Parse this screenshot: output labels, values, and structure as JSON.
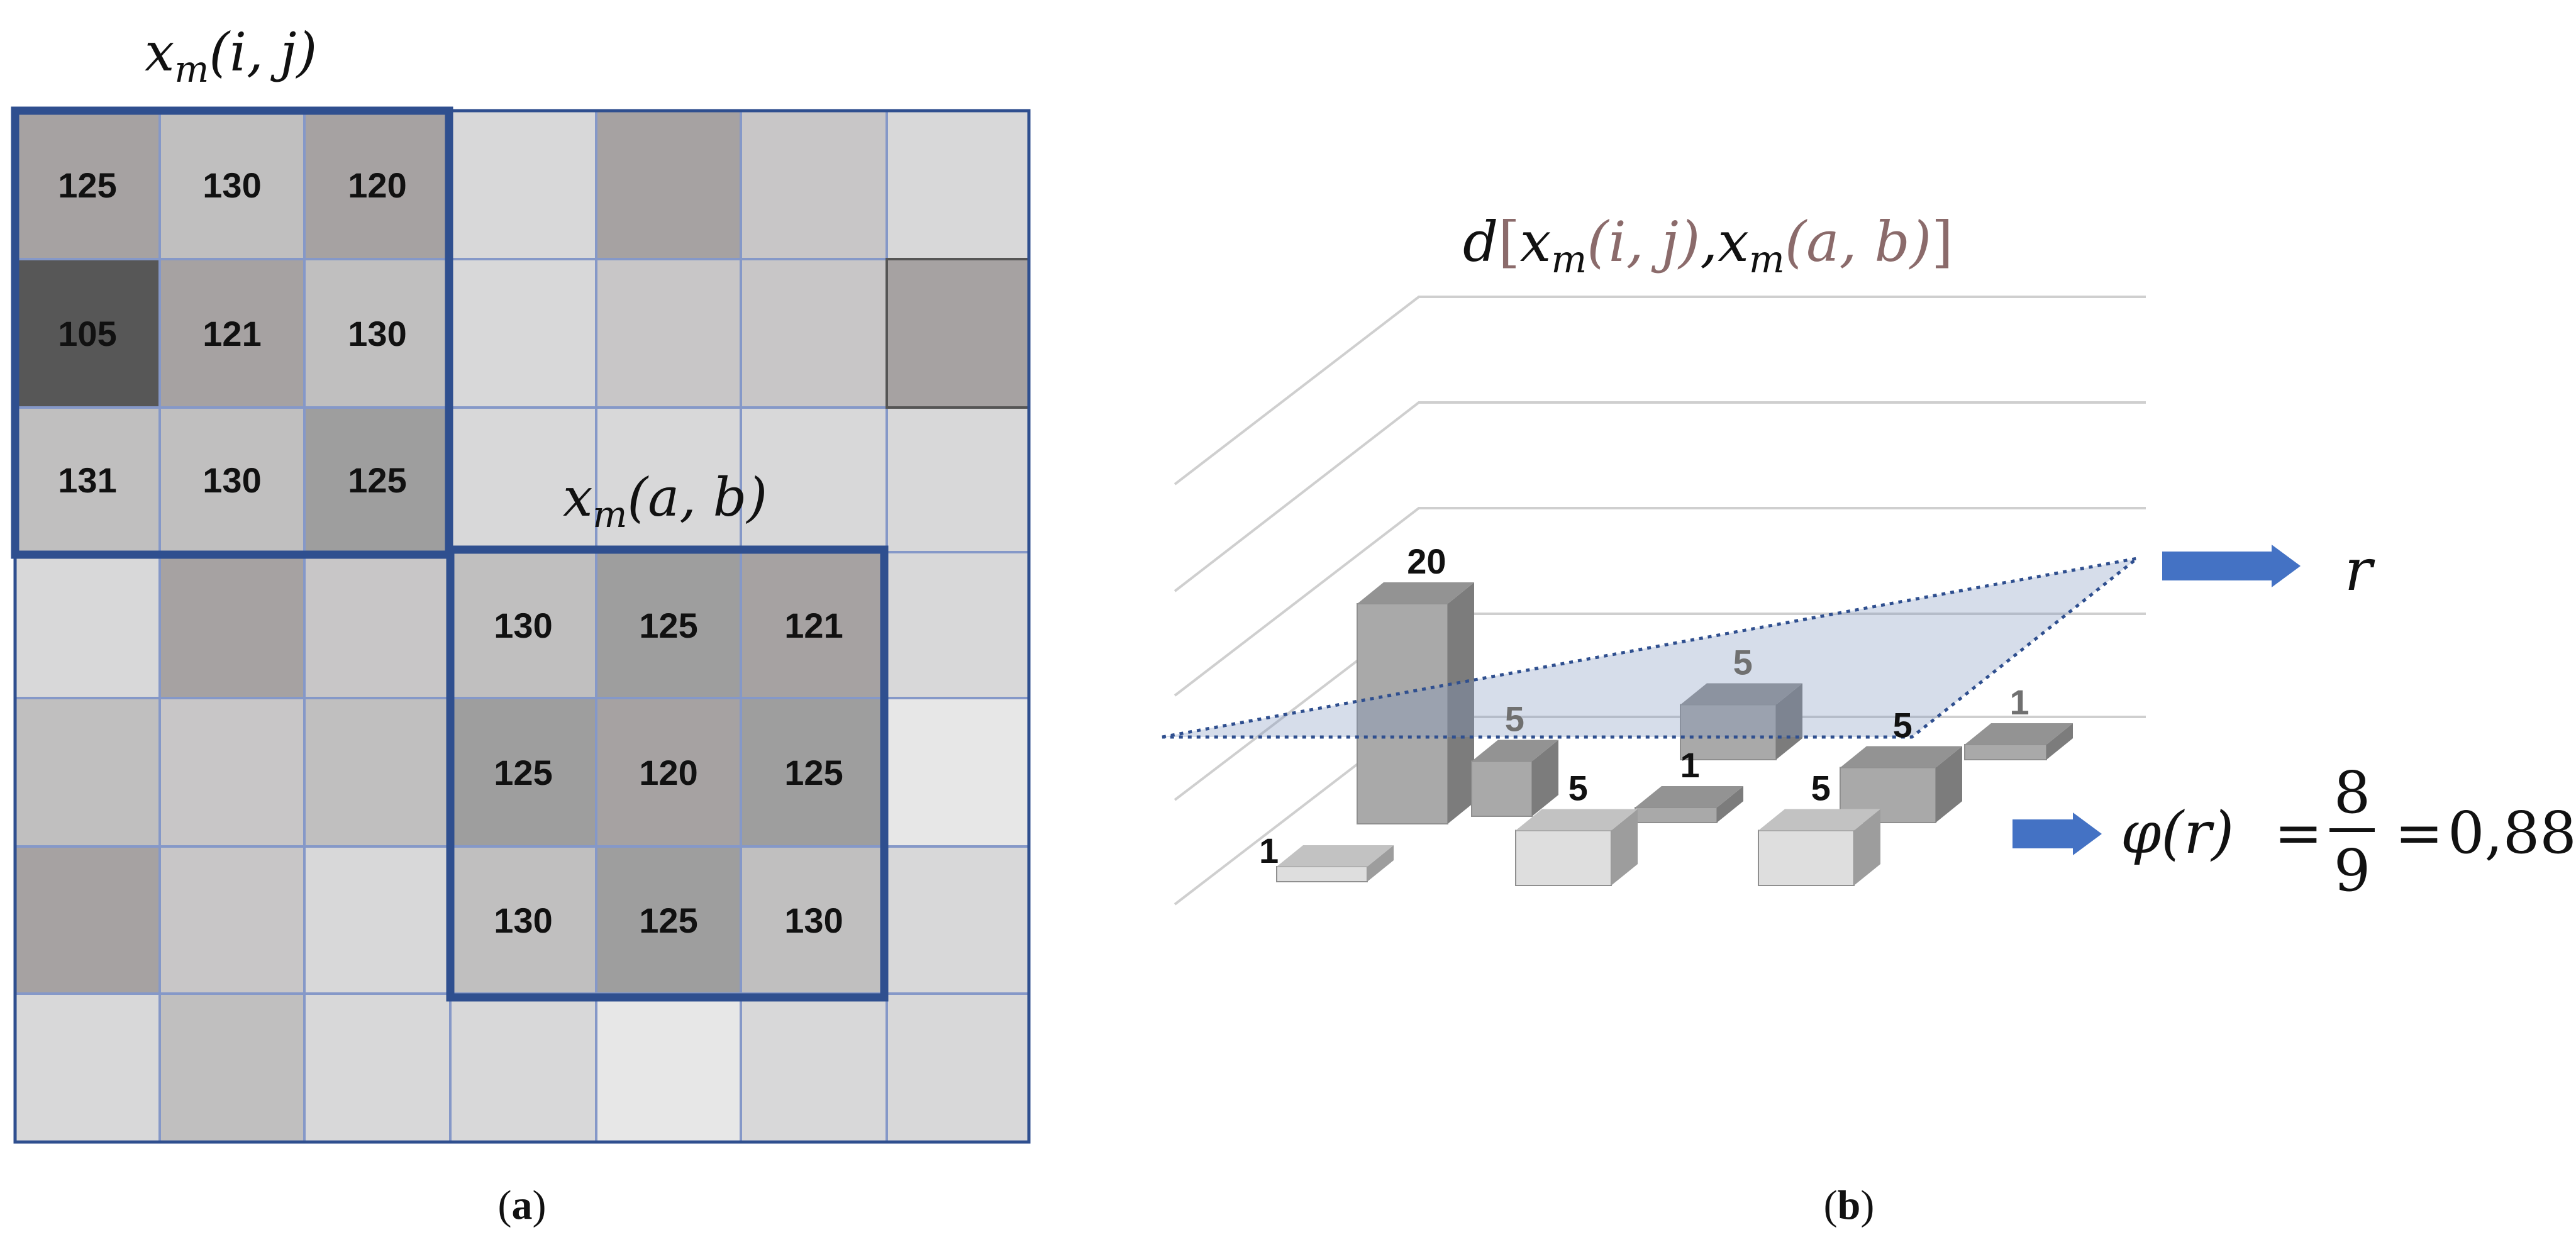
{
  "panel_a": {
    "caption_open": "(",
    "caption_letter": "a",
    "caption_close": ")",
    "label_ij": {
      "x": "x",
      "sub": "m",
      "args": "(i, j)"
    },
    "label_ab": {
      "x": "x",
      "sub": "m",
      "args": "(a, b)"
    },
    "colors": {
      "light": "#d8d8d9",
      "mid": "#c8c6c7",
      "midgray": "#c0bfbf",
      "dark": "#a6a2a2",
      "darker": "#9e9e9e",
      "darkest": "#575757",
      "pale": "#e7e7e7",
      "grid_line": "#8598c8",
      "frame": "#2f4f8f"
    },
    "grid": [
      [
        "dark",
        "midgray",
        "dark",
        "light",
        "dark",
        "mid",
        "light"
      ],
      [
        "darkest",
        "dark",
        "midgray",
        "light",
        "mid",
        "mid",
        "dark"
      ],
      [
        "midgray",
        "midgray",
        "darker",
        "light",
        "light",
        "light",
        "light"
      ],
      [
        "light",
        "dark",
        "mid",
        "midgray",
        "darker",
        "dark",
        "light"
      ],
      [
        "midgray",
        "mid",
        "midgray",
        "darker",
        "dark",
        "darker",
        "pale"
      ],
      [
        "dark",
        "mid",
        "light",
        "midgray",
        "darker",
        "midgray",
        "light"
      ],
      [
        "light",
        "midgray",
        "light",
        "light",
        "pale",
        "light",
        "light"
      ]
    ],
    "window_ij": [
      [
        "125",
        "130",
        "120"
      ],
      [
        "105",
        "121",
        "130"
      ],
      [
        "131",
        "130",
        "125"
      ]
    ],
    "window_ab": [
      [
        "130",
        "125",
        "121"
      ],
      [
        "125",
        "120",
        "125"
      ],
      [
        "130",
        "125",
        "130"
      ]
    ]
  },
  "panel_b": {
    "caption_open": "(",
    "caption_letter": "b",
    "caption_close": ")",
    "distance_label": {
      "d": "d",
      "open": "[",
      "x1": "x",
      "sub1": "m",
      "args1": "(i, j)",
      "comma": ",",
      "x2": "x",
      "sub2": "m",
      "args2": "(a, b)",
      "close": "]"
    },
    "r_label": "r",
    "phi_label": {
      "phi": "φ",
      "arg": "(r)",
      "eq1": "=",
      "num": "8",
      "den": "9",
      "eq2": "=",
      "value": "0,88"
    },
    "colors": {
      "bar": "#a8a8a8",
      "bar_light": "#d6d6d6",
      "plane": "#7e95bd",
      "arrow": "#4472c4",
      "grid": "#cfcfcf"
    },
    "chart_data": {
      "type": "bar",
      "series": [
        {
          "values": [
            1,
            20,
            5,
            5,
            1,
            5,
            5,
            5,
            1
          ]
        }
      ],
      "threshold": "r",
      "below_threshold_count": 8,
      "total_count": 9,
      "ratio": "0,88"
    }
  }
}
